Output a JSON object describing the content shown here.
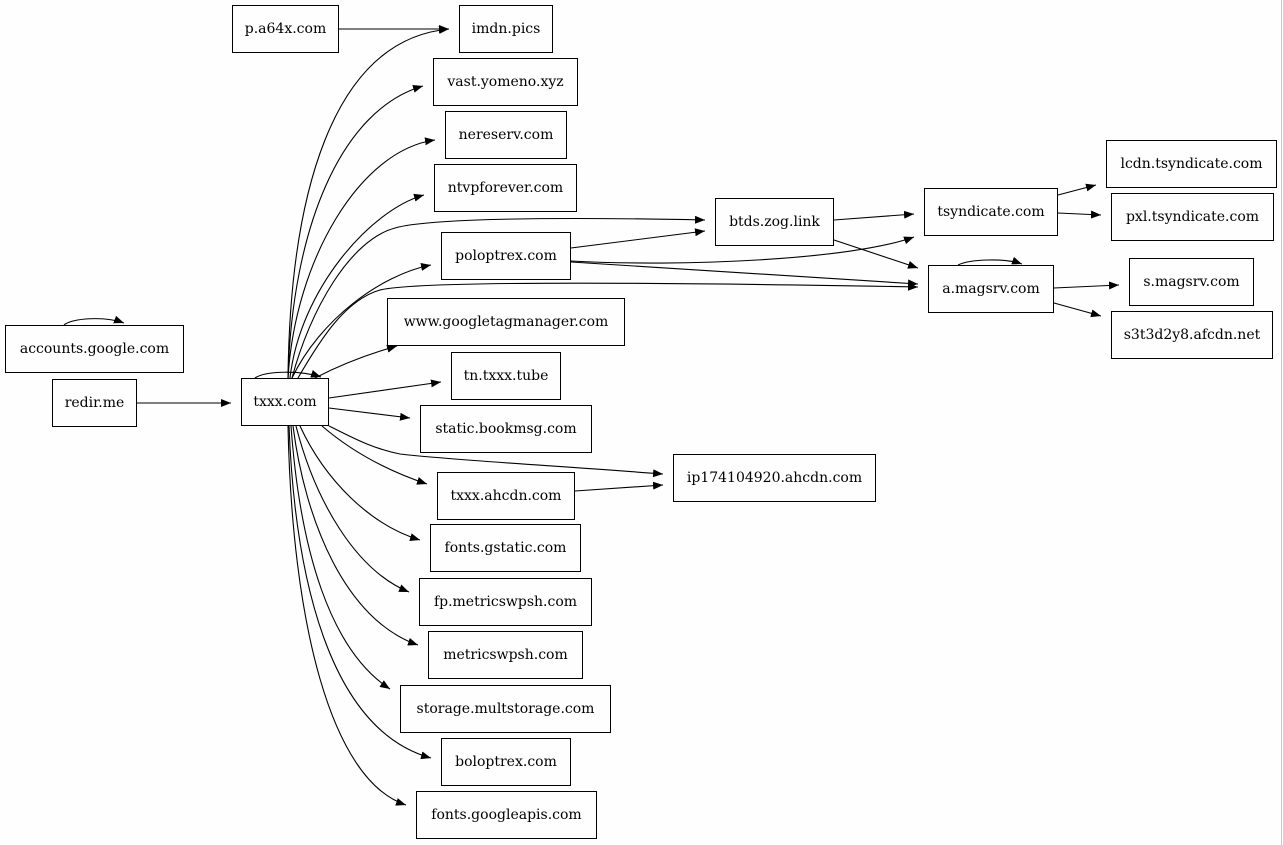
{
  "graph": {
    "nodes": [
      {
        "id": "p.a64x.com",
        "label": "p.a64x.com"
      },
      {
        "id": "imdn.pics",
        "label": "imdn.pics"
      },
      {
        "id": "vast.yomeno.xyz",
        "label": "vast.yomeno.xyz"
      },
      {
        "id": "nereserv.com",
        "label": "nereserv.com"
      },
      {
        "id": "ntvpforever.com",
        "label": "ntvpforever.com"
      },
      {
        "id": "poloptrex.com",
        "label": "poloptrex.com"
      },
      {
        "id": "btds.zog.link",
        "label": "btds.zog.link"
      },
      {
        "id": "tsyndicate.com",
        "label": "tsyndicate.com"
      },
      {
        "id": "lcdn.tsyndicate.com",
        "label": "lcdn.tsyndicate.com"
      },
      {
        "id": "pxl.tsyndicate.com",
        "label": "pxl.tsyndicate.com"
      },
      {
        "id": "a.magsrv.com",
        "label": "a.magsrv.com"
      },
      {
        "id": "s.magsrv.com",
        "label": "s.magsrv.com"
      },
      {
        "id": "s3t3d2y8.afcdn.net",
        "label": "s3t3d2y8.afcdn.net"
      },
      {
        "id": "accounts.google.com",
        "label": "accounts.google.com"
      },
      {
        "id": "www.googletagmanager.com",
        "label": "www.googletagmanager.com"
      },
      {
        "id": "redir.me",
        "label": "redir.me"
      },
      {
        "id": "txxx.com",
        "label": "txxx.com"
      },
      {
        "id": "tn.txxx.tube",
        "label": "tn.txxx.tube"
      },
      {
        "id": "static.bookmsg.com",
        "label": "static.bookmsg.com"
      },
      {
        "id": "ip174104920.ahcdn.com",
        "label": "ip174104920.ahcdn.com"
      },
      {
        "id": "txxx.ahcdn.com",
        "label": "txxx.ahcdn.com"
      },
      {
        "id": "fonts.gstatic.com",
        "label": "fonts.gstatic.com"
      },
      {
        "id": "fp.metricswpsh.com",
        "label": "fp.metricswpsh.com"
      },
      {
        "id": "metricswpsh.com",
        "label": "metricswpsh.com"
      },
      {
        "id": "storage.multstorage.com",
        "label": "storage.multstorage.com"
      },
      {
        "id": "boloptrex.com",
        "label": "boloptrex.com"
      },
      {
        "id": "fonts.googleapis.com",
        "label": "fonts.googleapis.com"
      }
    ],
    "edges": [
      {
        "from": "p.a64x.com",
        "to": "imdn.pics"
      },
      {
        "from": "redir.me",
        "to": "txxx.com"
      },
      {
        "from": "accounts.google.com",
        "to": "accounts.google.com"
      },
      {
        "from": "txxx.com",
        "to": "txxx.com"
      },
      {
        "from": "txxx.com",
        "to": "imdn.pics"
      },
      {
        "from": "txxx.com",
        "to": "vast.yomeno.xyz"
      },
      {
        "from": "txxx.com",
        "to": "nereserv.com"
      },
      {
        "from": "txxx.com",
        "to": "ntvpforever.com"
      },
      {
        "from": "txxx.com",
        "to": "btds.zog.link"
      },
      {
        "from": "txxx.com",
        "to": "poloptrex.com"
      },
      {
        "from": "txxx.com",
        "to": "a.magsrv.com"
      },
      {
        "from": "txxx.com",
        "to": "www.googletagmanager.com"
      },
      {
        "from": "txxx.com",
        "to": "tn.txxx.tube"
      },
      {
        "from": "txxx.com",
        "to": "static.bookmsg.com"
      },
      {
        "from": "txxx.com",
        "to": "ip174104920.ahcdn.com"
      },
      {
        "from": "txxx.com",
        "to": "txxx.ahcdn.com"
      },
      {
        "from": "txxx.com",
        "to": "fonts.gstatic.com"
      },
      {
        "from": "txxx.com",
        "to": "fp.metricswpsh.com"
      },
      {
        "from": "txxx.com",
        "to": "metricswpsh.com"
      },
      {
        "from": "txxx.com",
        "to": "storage.multstorage.com"
      },
      {
        "from": "txxx.com",
        "to": "boloptrex.com"
      },
      {
        "from": "txxx.com",
        "to": "fonts.googleapis.com"
      },
      {
        "from": "poloptrex.com",
        "to": "btds.zog.link"
      },
      {
        "from": "poloptrex.com",
        "to": "tsyndicate.com"
      },
      {
        "from": "poloptrex.com",
        "to": "a.magsrv.com"
      },
      {
        "from": "btds.zog.link",
        "to": "tsyndicate.com"
      },
      {
        "from": "btds.zog.link",
        "to": "a.magsrv.com"
      },
      {
        "from": "tsyndicate.com",
        "to": "lcdn.tsyndicate.com"
      },
      {
        "from": "tsyndicate.com",
        "to": "pxl.tsyndicate.com"
      },
      {
        "from": "a.magsrv.com",
        "to": "a.magsrv.com"
      },
      {
        "from": "a.magsrv.com",
        "to": "s.magsrv.com"
      },
      {
        "from": "a.magsrv.com",
        "to": "s3t3d2y8.afcdn.net"
      },
      {
        "from": "txxx.ahcdn.com",
        "to": "ip174104920.ahcdn.com"
      }
    ]
  }
}
